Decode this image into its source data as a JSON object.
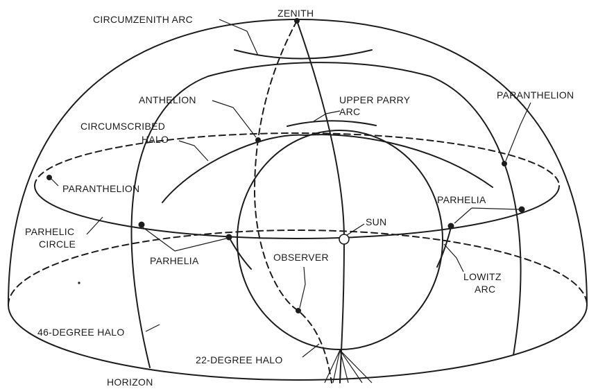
{
  "labels": {
    "zenith": "ZENITH",
    "circumzenith_arc": "CIRCUMZENITH ARC",
    "anthelion": "ANTHELION",
    "upper_parry_arc_line1": "UPPER PARRY",
    "upper_parry_arc_line2": "ARC",
    "paranthelion_right": "PARANTHELION",
    "circumscribed_halo_line1": "CIRCUMSCRIBED",
    "circumscribed_halo_line2": "HALO",
    "paranthelion_left": "PARANTHELION",
    "parhelia_right": "PARHELIA",
    "sun": "SUN",
    "parhelic_circle_line1": "PARHELIC",
    "parhelic_circle_line2": "CIRCLE",
    "parhelia_left": "PARHELIA",
    "observer": "OBSERVER",
    "lowitz_arc_line1": "LOWITZ",
    "lowitz_arc_line2": "ARC",
    "forty_six_degree_halo": "46-DEGREE HALO",
    "twenty_two_degree_halo": "22-DEGREE HALO",
    "horizon": "HORIZON"
  },
  "colors": {
    "ink": "#1c1c1c",
    "background": "#ffffff"
  }
}
